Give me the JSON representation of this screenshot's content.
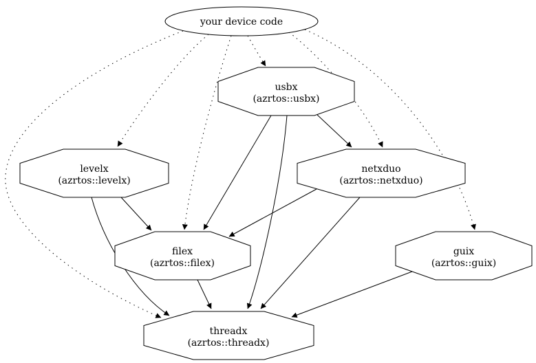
{
  "diagram": {
    "type": "dependency-graph",
    "background_color": "#ffffff",
    "line_color": "#000000",
    "node_fill_color": "#ffffff",
    "nodes": {
      "device_code": {
        "label": "your device code",
        "shape": "ellipse"
      },
      "usbx": {
        "label": "usbx",
        "sublabel": "(azrtos::usbx)",
        "shape": "octagon"
      },
      "levelx": {
        "label": "levelx",
        "sublabel": "(azrtos::levelx)",
        "shape": "octagon"
      },
      "netxduo": {
        "label": "netxduo",
        "sublabel": "(azrtos::netxduo)",
        "shape": "octagon"
      },
      "filex": {
        "label": "filex",
        "sublabel": "(azrtos::filex)",
        "shape": "octagon"
      },
      "guix": {
        "label": "guix",
        "sublabel": "(azrtos::guix)",
        "shape": "octagon"
      },
      "threadx": {
        "label": "threadx",
        "sublabel": "(azrtos::threadx)",
        "shape": "octagon"
      }
    },
    "edges": [
      {
        "from": "your device code",
        "to": "usbx",
        "style": "dotted"
      },
      {
        "from": "your device code",
        "to": "levelx",
        "style": "dotted"
      },
      {
        "from": "your device code",
        "to": "filex",
        "style": "dotted"
      },
      {
        "from": "your device code",
        "to": "netxduo",
        "style": "dotted"
      },
      {
        "from": "your device code",
        "to": "guix",
        "style": "dotted"
      },
      {
        "from": "your device code",
        "to": "threadx",
        "style": "dotted"
      },
      {
        "from": "usbx",
        "to": "netxduo",
        "style": "solid"
      },
      {
        "from": "usbx",
        "to": "filex",
        "style": "solid"
      },
      {
        "from": "usbx",
        "to": "threadx",
        "style": "solid"
      },
      {
        "from": "levelx",
        "to": "filex",
        "style": "solid"
      },
      {
        "from": "levelx",
        "to": "threadx",
        "style": "solid"
      },
      {
        "from": "netxduo",
        "to": "filex",
        "style": "solid"
      },
      {
        "from": "netxduo",
        "to": "threadx",
        "style": "solid"
      },
      {
        "from": "filex",
        "to": "threadx",
        "style": "solid"
      },
      {
        "from": "guix",
        "to": "threadx",
        "style": "solid"
      }
    ]
  }
}
